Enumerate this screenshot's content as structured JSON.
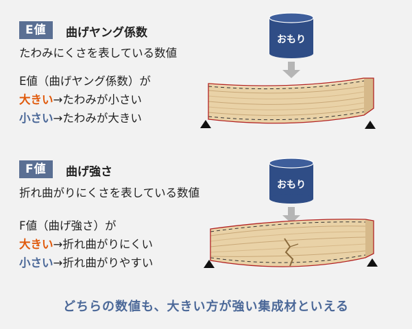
{
  "sections": [
    {
      "badge": "E値",
      "heading": "曲げヤング係数",
      "description": "たわみにくさを表している数値",
      "detail_label": "E値（曲げヤング係数）が",
      "big_label": "大きい",
      "big_rest": "→たわみが小さい",
      "small_label": "小さい",
      "small_rest": "→たわみが大きい",
      "weight_label": "おもり"
    },
    {
      "badge": "F値",
      "heading": "曲げ強さ",
      "description": "折れ曲がりにくさを表している数値",
      "detail_label": "F値（曲げ強さ）が",
      "big_label": "大きい",
      "big_rest": "→折れ曲がりにくい",
      "small_label": "小さい",
      "small_rest": "→折れ曲がりやすい",
      "weight_label": "おもり"
    }
  ],
  "footer": "どちらの数値も、大きい方が強い集成材といえる",
  "colors": {
    "badge": "#5a6f93",
    "orange": "#e05a0c",
    "blue": "#4b6898",
    "weight": "#2f4d86",
    "wood": "#e9d2a7",
    "beam_edge": "#b22222",
    "arrow": "#b5b5b5"
  }
}
